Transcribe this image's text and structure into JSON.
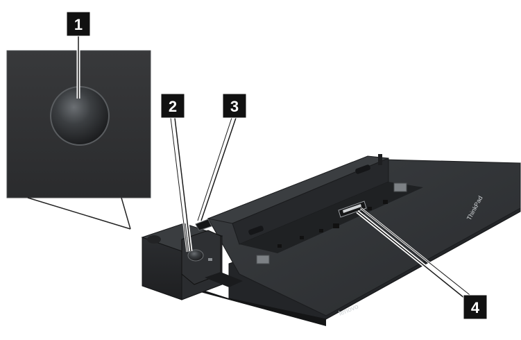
{
  "callouts": [
    {
      "label": "1"
    },
    {
      "label": "2"
    },
    {
      "label": "3"
    },
    {
      "label": "4"
    }
  ],
  "branding": {
    "model_mark": "ThinkPad",
    "maker_mark": "lenovo"
  },
  "colors": {
    "dock_body": "#2b2d30",
    "dock_top": "#34373a",
    "dock_edge": "#1a1b1d",
    "callout_box": "#111111",
    "callout_text": "#ffffff",
    "leader_line": "#ffffff",
    "inset_panel": "#2f3133",
    "inset_border": "#444649",
    "power_button": "#3a3d40"
  }
}
